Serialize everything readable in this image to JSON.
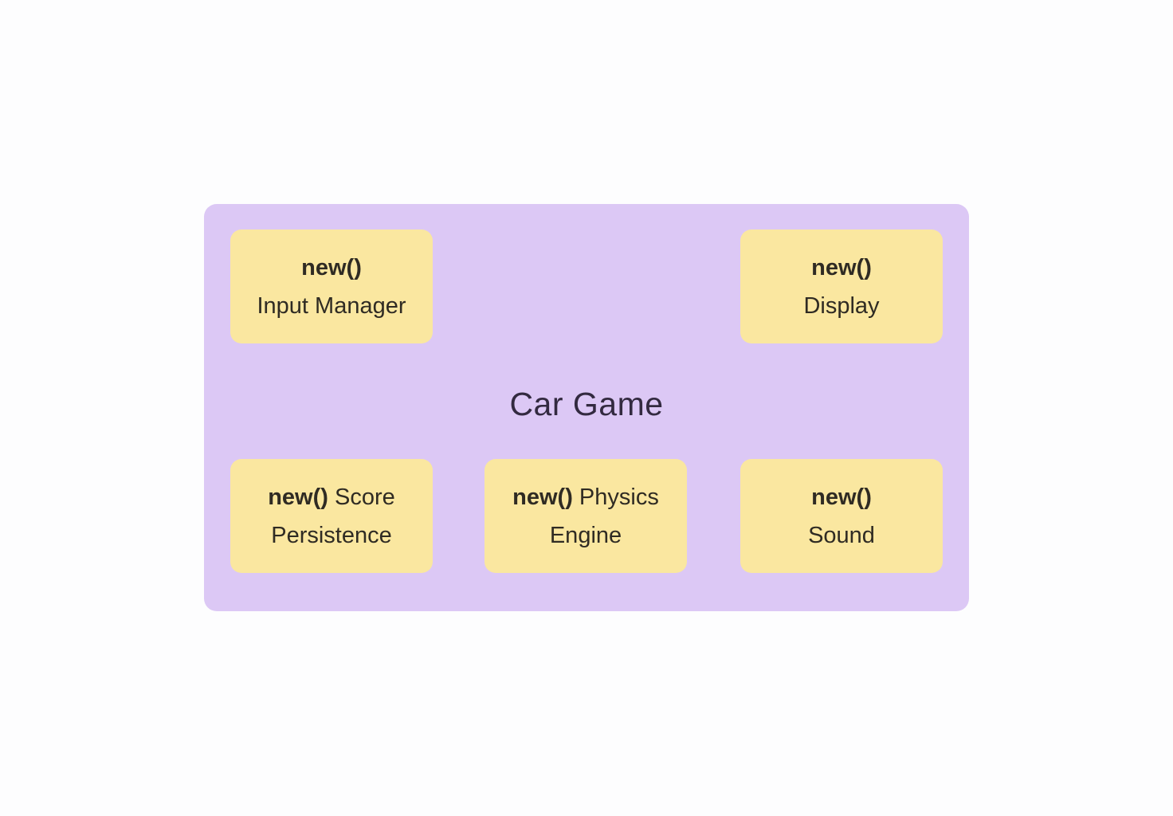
{
  "diagram": {
    "title": "Car Game",
    "colors": {
      "container_background": "#dcc8f5",
      "box_background": "#fae7a0",
      "title_text": "#332a40",
      "box_text": "#2f2b23",
      "page_background": "#fdfdfe"
    },
    "boxes": [
      {
        "name": "input-manager",
        "line1_bold": "new()",
        "line1_rest": "",
        "line2": "Input Manager"
      },
      {
        "name": "display",
        "line1_bold": "new()",
        "line1_rest": "",
        "line2": "Display"
      },
      {
        "name": "score-persistence",
        "line1_bold": "new()",
        "line1_rest": " Score",
        "line2": "Persistence"
      },
      {
        "name": "physics-engine",
        "line1_bold": "new()",
        "line1_rest": " Physics",
        "line2": "Engine"
      },
      {
        "name": "sound",
        "line1_bold": "new()",
        "line1_rest": "",
        "line2": "Sound"
      }
    ]
  }
}
